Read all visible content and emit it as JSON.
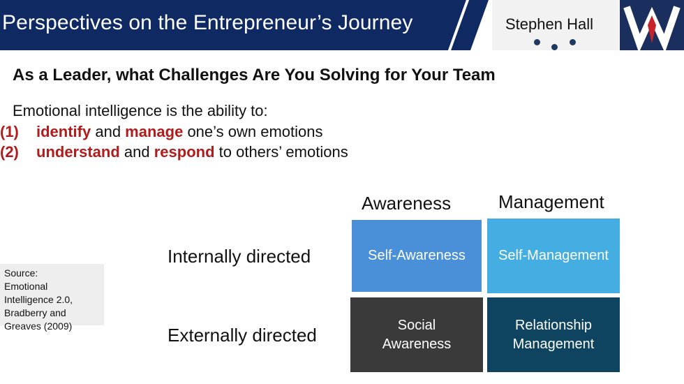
{
  "header": {
    "title": "Perspectives on the Entrepreneur’s Journey",
    "author": "Stephen Hall",
    "logo_letter": "W",
    "colors": {
      "bar": "#0f2a63",
      "logo_bg": "#1b2f5e",
      "logo_accent": "#c8232c"
    }
  },
  "slide": {
    "subtitle": "As a Leader, what Challenges Are You Solving for Your Team",
    "intro": "Emotional intelligence is the ability to:",
    "items": [
      {
        "num": "(1)",
        "hl1": "identify",
        "mid": " and ",
        "hl2": "manage",
        "tail": " one’s own emotions"
      },
      {
        "num": "(2)",
        "hl1": "understand",
        "mid": " and ",
        "hl2": "respond",
        "tail": " to others’ emotions"
      }
    ],
    "highlight_color": "#b01c1c"
  },
  "matrix": {
    "col_headers": [
      "Awareness",
      "Management"
    ],
    "row_headers": [
      "Internally directed",
      "Externally directed"
    ],
    "cells": [
      {
        "line1": "Self-Awareness",
        "line2": "",
        "color": "#4a90d9"
      },
      {
        "line1": "Self-Management",
        "line2": "",
        "color": "#44aee2"
      },
      {
        "line1": "Social",
        "line2": "Awareness",
        "color": "#3a3a3a"
      },
      {
        "line1": "Relationship",
        "line2": "Management",
        "color": "#0e4460"
      }
    ]
  },
  "source": {
    "lines": [
      "Source:",
      "Emotional",
      "Intelligence 2.0,",
      "Bradberry and",
      "Greaves (2009)"
    ]
  }
}
